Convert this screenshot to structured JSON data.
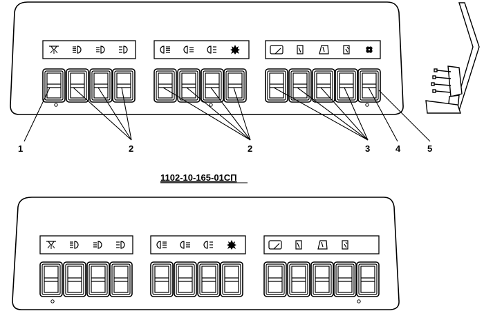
{
  "model_code": "1102-10-165-01СП",
  "callouts": [
    "1",
    "2",
    "2",
    "3",
    "4",
    "5"
  ],
  "panels": [
    {
      "groups": [
        {
          "icons": [
            "ceiling-lamp",
            "headlight-low",
            "headlight-high",
            "headlight-side"
          ],
          "switches": 4
        },
        {
          "icons": [
            "fog-lamp-front",
            "fog-lamp-rear",
            "parking-lamp",
            "heater-fan"
          ],
          "switches": 4
        },
        {
          "icons": [
            "wiper-windshield",
            "wiper-left",
            "wiper-right",
            "wiper-washer",
            "fan"
          ],
          "switches": 5
        }
      ]
    },
    {
      "groups": [
        {
          "icons": [
            "ceiling-lamp",
            "headlight-low",
            "headlight-high",
            "headlight-side"
          ],
          "switches": 4
        },
        {
          "icons": [
            "fog-lamp-front",
            "fog-lamp-rear",
            "parking-lamp",
            "heater-fan"
          ],
          "switches": 4
        },
        {
          "icons": [
            "wiper-windshield",
            "wiper-left",
            "wiper-right",
            "wiper-washer"
          ],
          "switches": 5
        }
      ]
    }
  ]
}
